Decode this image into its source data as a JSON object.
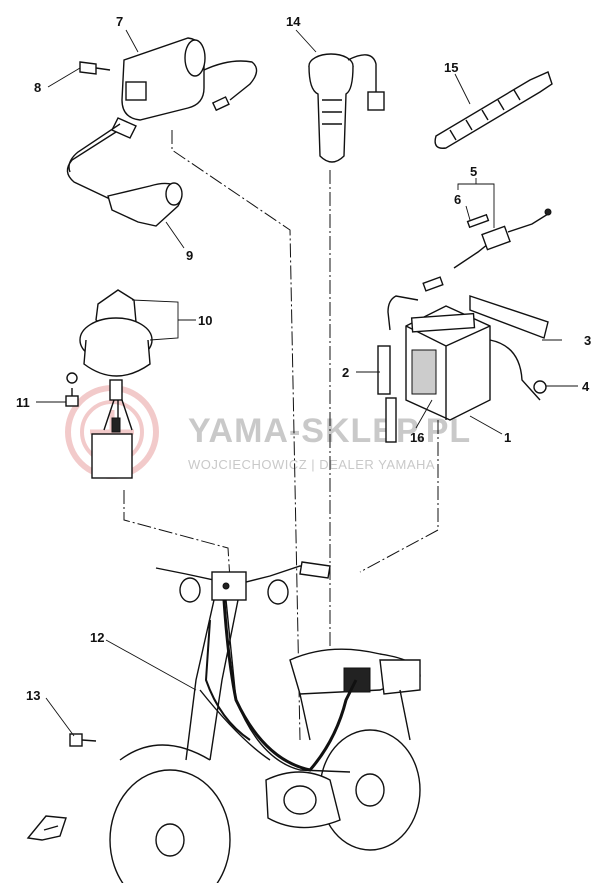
{
  "callouts": {
    "c1": "1",
    "c2": "2",
    "c3": "3",
    "c4": "4",
    "c5": "5",
    "c6": "6",
    "c7": "7",
    "c8": "8",
    "c9": "9",
    "c10": "10",
    "c11": "11",
    "c12": "12",
    "c13": "13",
    "c14": "14",
    "c15": "15",
    "c16": "16"
  },
  "watermark": {
    "title": "YAMA-SKLEP.PL",
    "subtitle": "WOJCIECHOWICZ | DEALER YAMAHA"
  },
  "colors": {
    "ink": "#111111",
    "watermark_gray": "#c9c9c9",
    "logo_red": "#e9a0a0"
  }
}
